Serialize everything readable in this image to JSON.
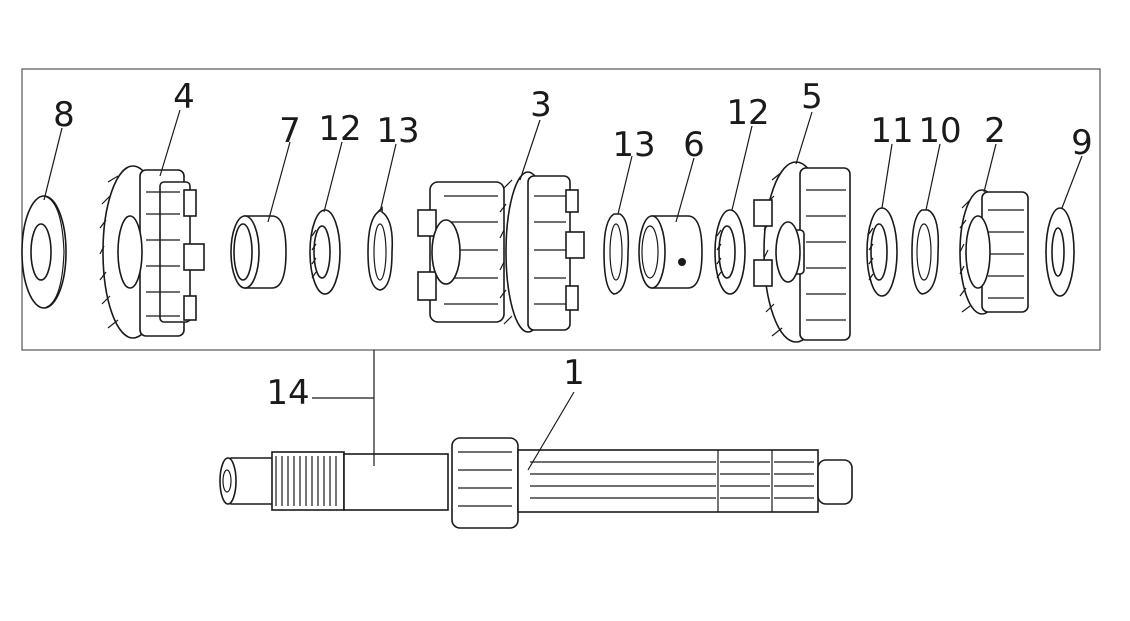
{
  "diagram": {
    "type": "exploded-parts-view",
    "callouts": {
      "c8": "8",
      "c4": "4",
      "c7": "7",
      "c12a": "12",
      "c13a": "13",
      "c3": "3",
      "c13b": "13",
      "c6": "6",
      "c12b": "12",
      "c5": "5",
      "c11": "11",
      "c10": "10",
      "c2": "2",
      "c9": "9",
      "c14": "14",
      "c1": "1"
    },
    "parts": [
      {
        "callout": "8",
        "name": "washer"
      },
      {
        "callout": "4",
        "name": "gear"
      },
      {
        "callout": "7",
        "name": "bushing"
      },
      {
        "callout": "12",
        "name": "splined-washer"
      },
      {
        "callout": "13",
        "name": "circlip"
      },
      {
        "callout": "3",
        "name": "double-gear"
      },
      {
        "callout": "13",
        "name": "circlip"
      },
      {
        "callout": "6",
        "name": "bushing"
      },
      {
        "callout": "12",
        "name": "splined-washer"
      },
      {
        "callout": "5",
        "name": "gear"
      },
      {
        "callout": "11",
        "name": "splined-washer"
      },
      {
        "callout": "10",
        "name": "circlip"
      },
      {
        "callout": "2",
        "name": "gear"
      },
      {
        "callout": "9",
        "name": "washer"
      },
      {
        "callout": "1",
        "name": "shaft"
      },
      {
        "callout": "14",
        "name": "shaft-assembly"
      }
    ]
  }
}
